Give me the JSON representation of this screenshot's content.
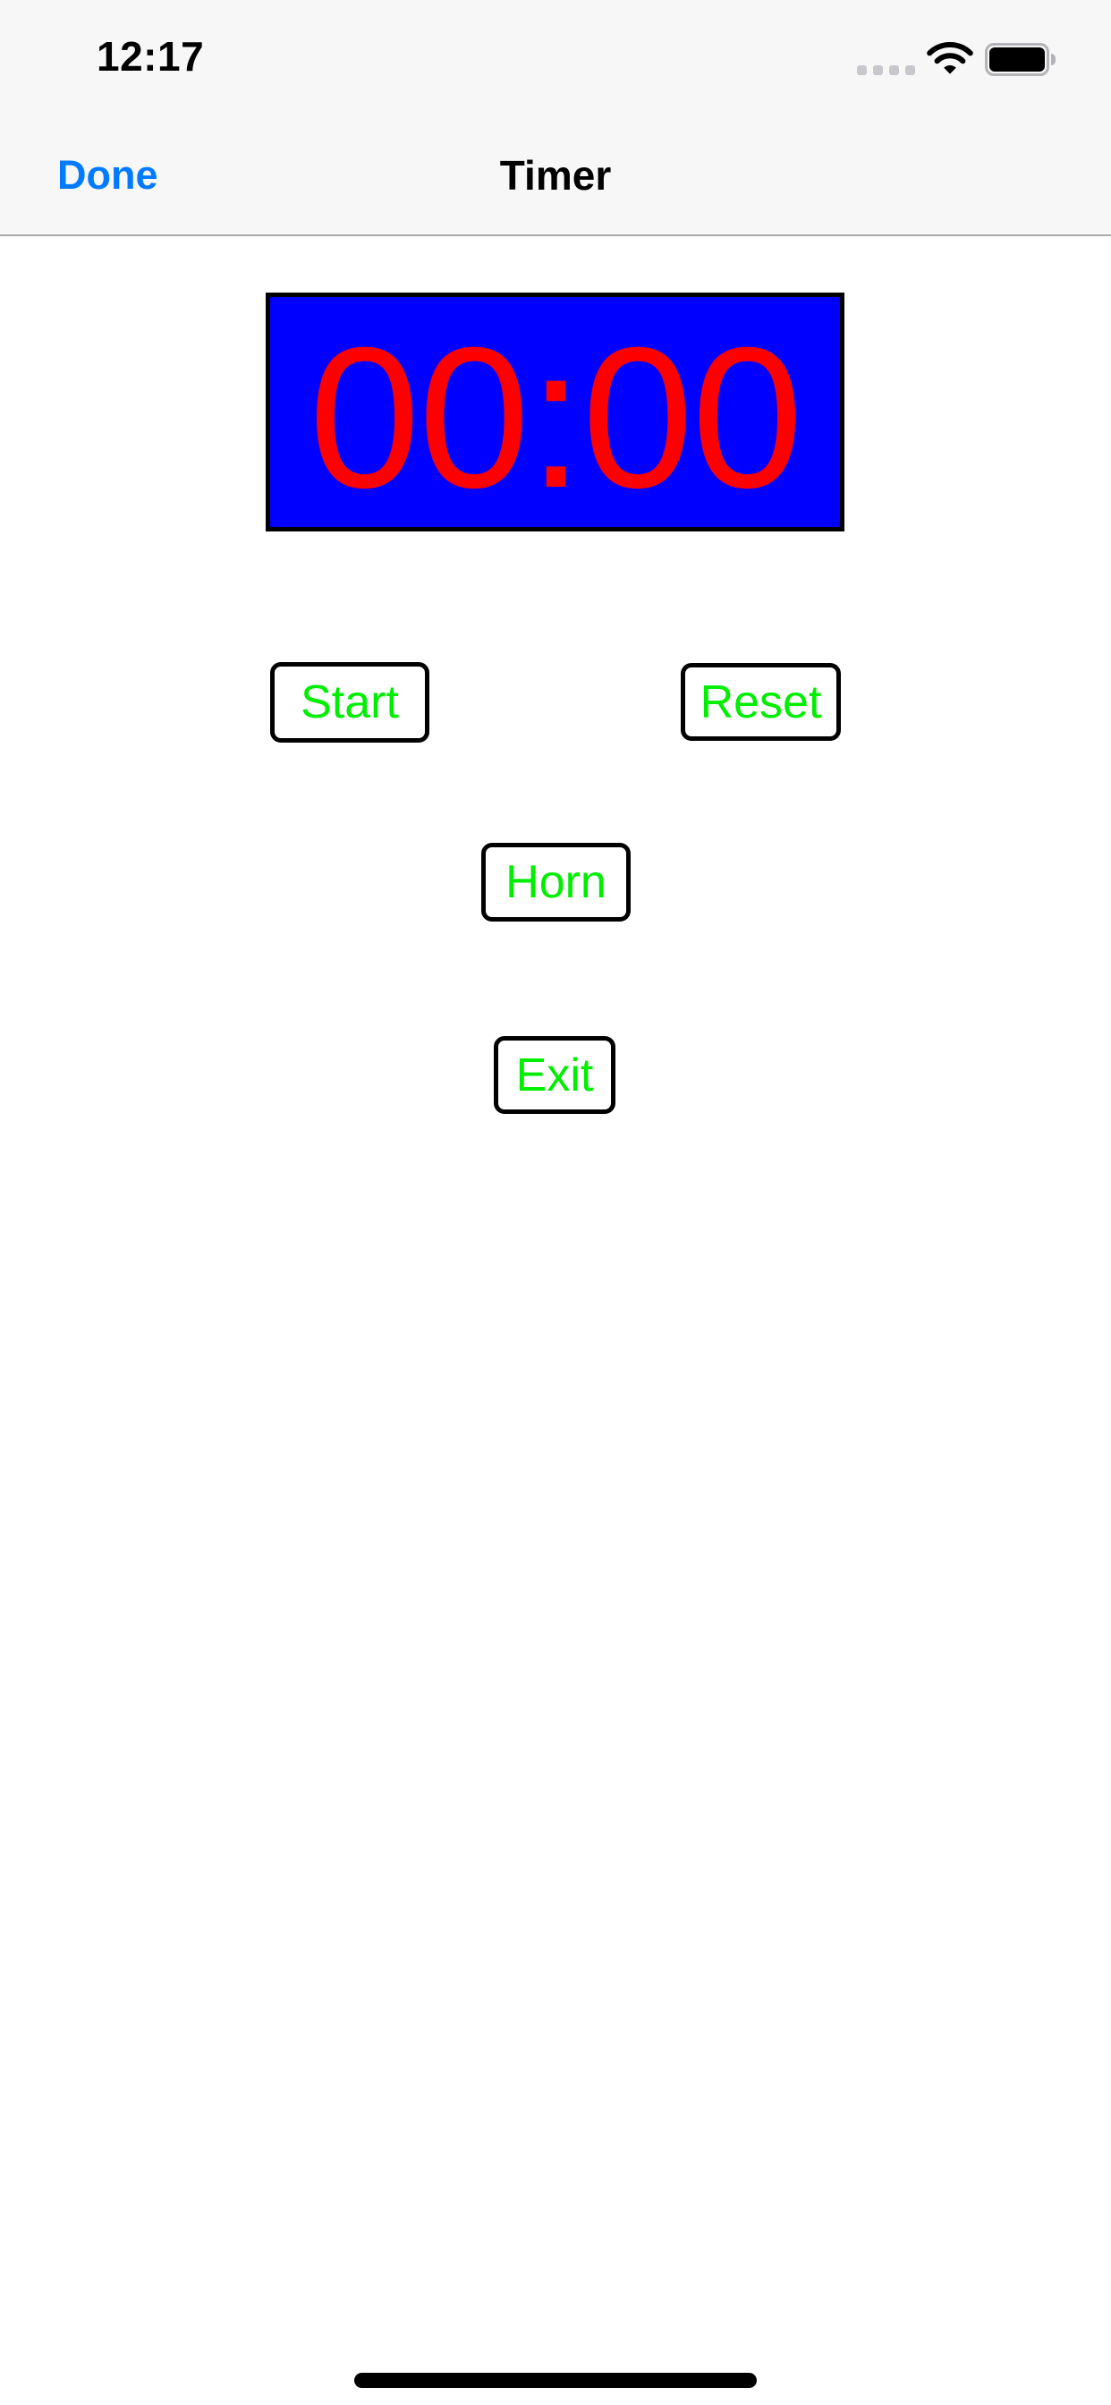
{
  "status_bar": {
    "time": "12:17",
    "icons": [
      {
        "name": "cellular-signal-dots"
      },
      {
        "name": "wifi-icon"
      },
      {
        "name": "battery-full-icon"
      }
    ]
  },
  "nav_bar": {
    "done_button_label": "Done",
    "title": "Timer"
  },
  "timer": {
    "display_value": "00:00"
  },
  "buttons": [
    {
      "id": "start",
      "label": "Start"
    },
    {
      "id": "reset",
      "label": "Reset"
    },
    {
      "id": "horn",
      "label": "Horn"
    },
    {
      "id": "exit",
      "label": "Exit"
    }
  ],
  "colors": {
    "nav_accent_blue": "#007aff",
    "timer_background_blue": "#0000ff",
    "timer_digits_red": "#ff0000",
    "button_text_green": "#00ee00",
    "header_background": "#f7f7f8"
  }
}
